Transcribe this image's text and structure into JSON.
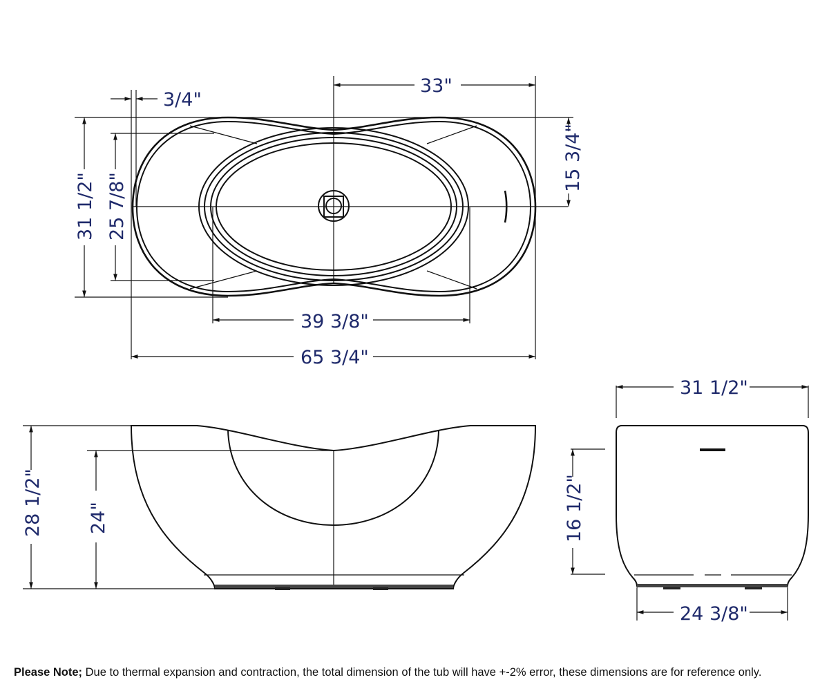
{
  "drawing": {
    "title": "Freestanding bathtub dimension drawing",
    "dimension_color": "#1f2a6b",
    "line_color": "#111111",
    "top_view": {
      "overall_length": "65 3/4\"",
      "overall_width": "31 1/2\"",
      "inner_length": "39 3/8\"",
      "inner_width": "25 7/8\"",
      "drain_offset_from_end": "33\"",
      "drain_to_edge": "15 3/4\"",
      "rim_thickness": "3/4\""
    },
    "front_view": {
      "overall_height": "28 1/2\"",
      "center_depth": "24\""
    },
    "side_view": {
      "width": "31 1/2\"",
      "base_width": "24 3/8\"",
      "inner_height": "16 1/2\""
    }
  },
  "note": {
    "label": "Please Note;",
    "text": " Due to thermal expansion and contraction, the total dimension of the tub will have +-2% error, these dimensions are for reference only."
  }
}
